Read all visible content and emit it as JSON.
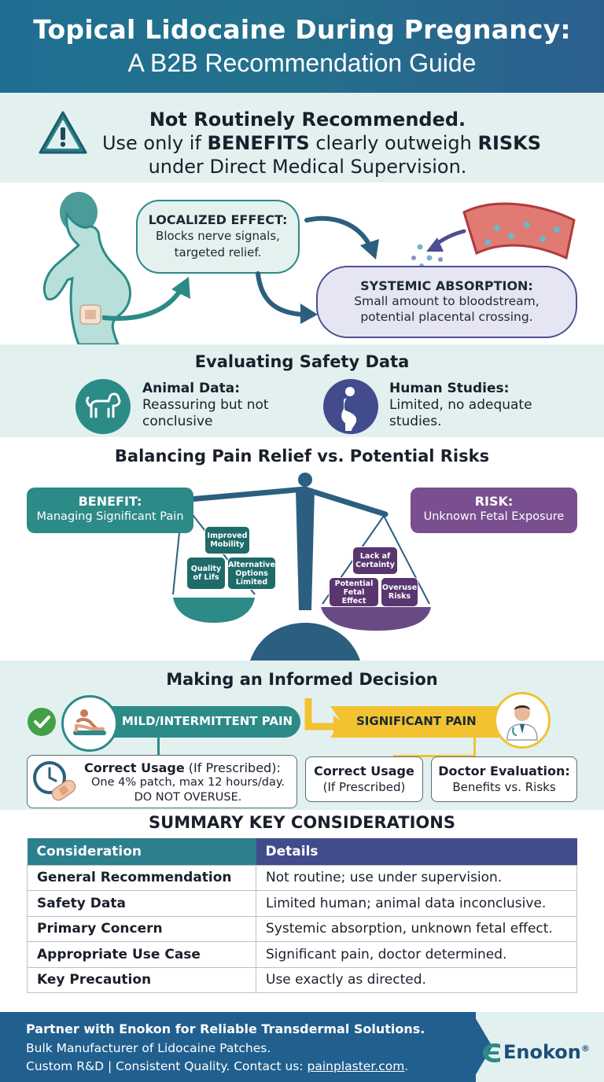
{
  "header": {
    "title_line1": "Topical Lidocaine During Pregnancy:",
    "title_line2": "A B2B Recommendation Guide"
  },
  "warning": {
    "line1": "Not Routinely Recommended.",
    "line2_a": "Use only if ",
    "line2_b": "BENEFITS",
    "line2_c": " clearly outweigh ",
    "line2_d": "RISKS",
    "line3": "under Direct Medical Supervision.",
    "icon": "warning-triangle-icon"
  },
  "mechanism": {
    "local_title": "LOCALIZED EFFECT:",
    "local_line1": "Blocks nerve signals,",
    "local_line2": "targeted relief.",
    "systemic_title": "SYSTEMIC ABSORPTION:",
    "systemic_line1": "Small amount to bloodstream,",
    "systemic_line2": "potential placental crossing."
  },
  "safety": {
    "title": "Evaluating Safety Data",
    "animal_title": "Animal Data:",
    "animal_line1": "Reassuring but not",
    "animal_line2": "conclusive",
    "human_title": "Human Studies:",
    "human_line1": "Limited, no adequate",
    "human_line2": "studies."
  },
  "balance": {
    "title": "Balancing Pain Relief vs. Potential Risks",
    "benefit_title": "BENEFIT:",
    "benefit_text": "Managing Significant Pain",
    "risk_title": "RISK:",
    "risk_text": "Unknown Fetal Exposure",
    "benefit_blocks": [
      "Improved Mobility",
      "Quality of Lifs",
      "Alternative Options Limited"
    ],
    "risk_blocks": [
      "Lack af Certainty",
      "Potential Fetal Effect",
      "Overuse Risks"
    ]
  },
  "decision": {
    "title": "Making an Informed Decision",
    "mild_label": "MILD/INTERMITTENT PAIN",
    "significant_label": "SIGNIFICANT PAIN",
    "usage1_title": "Correct Usage",
    "usage1_title_suffix": " (If Prescribed):",
    "usage1_line1": "One 4% patch, max 12 hours/day.",
    "usage1_line2": "DO NOT OVERUSE.",
    "usage2_title": "Correct Usage",
    "usage2_sub": "(If Prescribed)",
    "doctor_title": "Doctor Evaluation:",
    "doctor_sub": "Benefits vs. Risks"
  },
  "summary": {
    "title": "SUMMARY KEY CONSIDERATIONS",
    "col1": "Consideration",
    "col2": "Details",
    "rows": [
      {
        "k": "General Recommendation",
        "v": "Not routine; use under supervision."
      },
      {
        "k": "Safety Data",
        "v": "Limited human; animal data inconclusive."
      },
      {
        "k": "Primary Concern",
        "v": "Systemic absorption, unknown fetal effect."
      },
      {
        "k": "Appropriate Use Case",
        "v": "Significant pain, doctor determined."
      },
      {
        "k": "Key Precaution",
        "v": "Use exactly as directed."
      }
    ]
  },
  "footer": {
    "line1": "Partner with Enokon for Reliable Transdermal Solutions.",
    "line2": "Bulk Manufacturer of Lidocaine Patches.",
    "line3_a": "Custom R&D | Consistent Quality. Contact us: ",
    "line3_link": "painplaster.com",
    "line3_b": ".",
    "logo_text": "Enokon",
    "logo_mark": "®"
  },
  "colors": {
    "teal": "#2c8a87",
    "navy": "#215f8f",
    "purple": "#7a4f8f",
    "gold": "#f2c230",
    "green_check": "#43a047"
  }
}
